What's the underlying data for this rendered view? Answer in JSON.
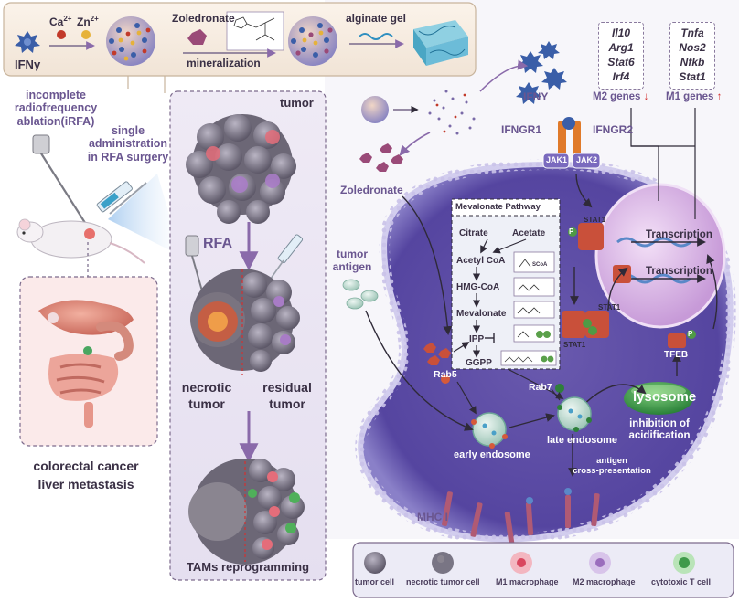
{
  "top_panel": {
    "ifn_label": "IFNγ",
    "ca_label": "Ca",
    "ca_sup": "2+",
    "zn_label": "Zn",
    "zn_sup": "2+",
    "zoledronate_label": "Zoledronate",
    "mineralization_label": "mineralization",
    "alginate_label": "alginate gel"
  },
  "left_panel": {
    "irfa_label_1": "incomplete",
    "irfa_label_2": "radiofrequency",
    "irfa_label_3": "ablation(iRFA)",
    "single_label_1": "single",
    "single_label_2": "administration",
    "single_label_3": "in RFA surgery",
    "crc_label_1": "colorectal cancer",
    "crc_label_2": "liver metastasis"
  },
  "middle_panel": {
    "tumor_label": "tumor",
    "rfa_label": "RFA",
    "necrotic_label_1": "necrotic",
    "necrotic_label_2": "tumor",
    "residual_label_1": "residual",
    "residual_label_2": "tumor",
    "tams_label": "TAMs reprogramming"
  },
  "right_panel": {
    "ifny_label": "IFNY",
    "ifngr1_label": "IFNGR1",
    "ifngr2_label": "IFNGR2",
    "jak1_label": "JAK1",
    "jak2_label": "JAK2",
    "stat1_label": "STAT1",
    "p_label": "P",
    "zoledronate_label": "Zoledronate",
    "tumor_antigen_1": "tumor",
    "tumor_antigen_2": "antigen",
    "transcription_label": "Transcription",
    "tfeb_label": "TFEB",
    "lysosome_label": "lysosome",
    "inhibition_1": "inhibition of",
    "inhibition_2": "acidification",
    "rab5_label": "Rab5",
    "rab7_label": "Rab7",
    "early_endosome": "early endosome",
    "late_endosome": "late endosome",
    "antigen_cp_1": "antigen",
    "antigen_cp_2": "cross-presentation",
    "mhc_label": "MHC I",
    "m2_genes": [
      "Il10",
      "Arg1",
      "Stat6",
      "Irf4"
    ],
    "m1_genes": [
      "Tnfa",
      "Nos2",
      "Nfkb",
      "Stat1"
    ],
    "m2_title": "M2 genes",
    "m1_title": "M1 genes",
    "arrow_down": "↓",
    "arrow_up": "↑"
  },
  "mevalonate": {
    "title": "Mevalonate Pathway",
    "steps": [
      "Citrate",
      "Acetate",
      "Acetyl CoA",
      "HMG-CoA",
      "Mevalonate",
      "IPP",
      "GGPP"
    ],
    "scoa": "SCoA"
  },
  "legend": {
    "items": [
      "tumor cell",
      "necrotic tumor cell",
      "M1 macrophage",
      "M2 macrophage",
      "cytotoxic T cell"
    ]
  },
  "colors": {
    "cell_purple": "#5a4aa0",
    "cell_border": "#b8b0dc",
    "nucleus": "#d9b8e8",
    "stat1": "#c9503a",
    "lysosome": "#3f9a4a",
    "label_purple": "#6a5690",
    "arrow_red": "#d33030"
  }
}
